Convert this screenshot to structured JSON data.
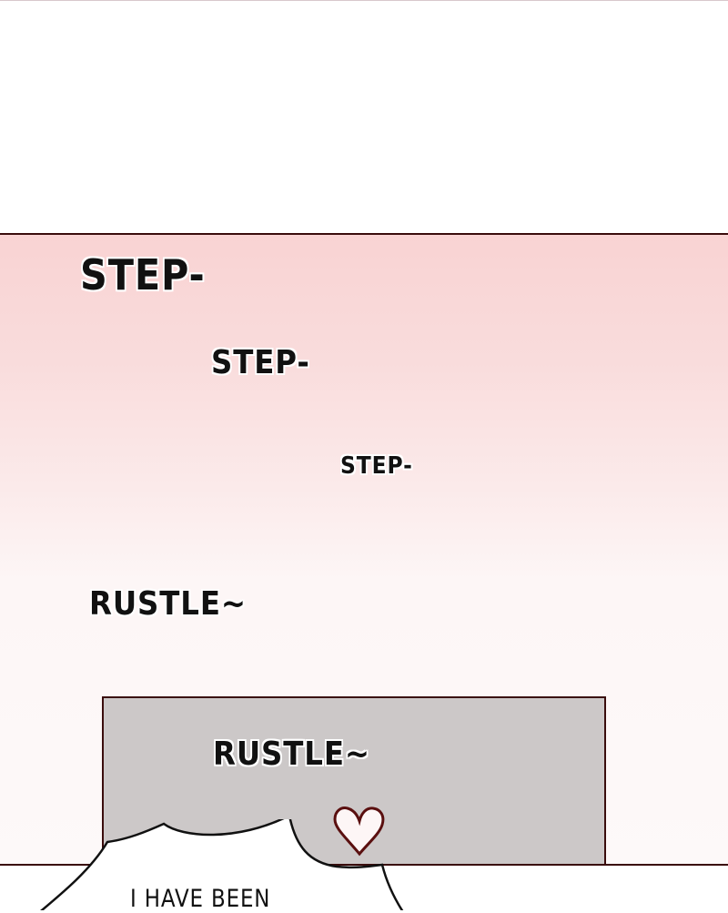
{
  "sfx": [
    "STEP-",
    "STEP-",
    "STEP-",
    "RUSTLE~",
    "RUSTLE~"
  ],
  "bubble": {
    "text": "I HAVE BEEN"
  },
  "colors": {
    "panel_top": "#f9d3d3",
    "box": "#ccc8c8",
    "border": "#3a0c0c",
    "heart": "#5a0f0f"
  }
}
